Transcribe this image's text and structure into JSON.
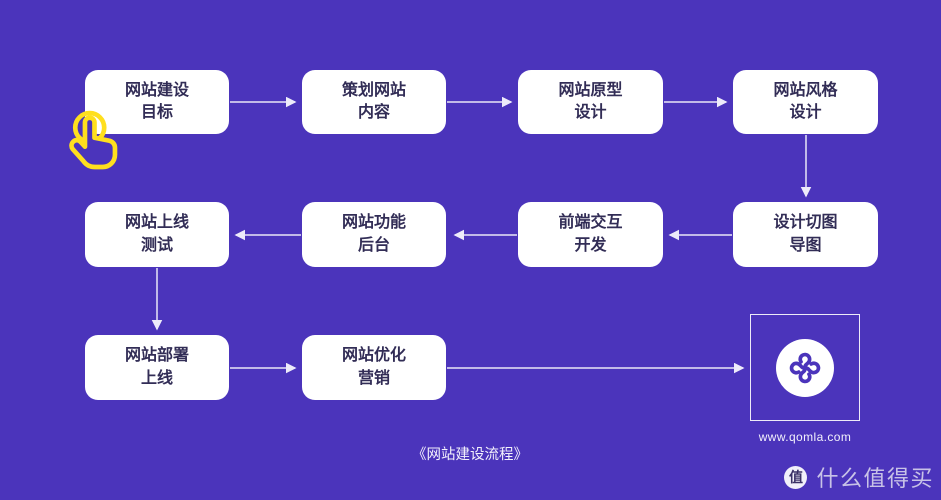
{
  "canvas": {
    "background": "#4B34BB"
  },
  "flow": {
    "nodes": [
      {
        "id": "goal",
        "label": "网站建设\n目标"
      },
      {
        "id": "plan",
        "label": "策划网站\n内容"
      },
      {
        "id": "prototype",
        "label": "网站原型\n设计"
      },
      {
        "id": "style",
        "label": "网站风格\n设计"
      },
      {
        "id": "test",
        "label": "网站上线\n测试"
      },
      {
        "id": "backend",
        "label": "网站功能\n后台"
      },
      {
        "id": "frontend",
        "label": "前端交互\n开发"
      },
      {
        "id": "slice",
        "label": "设计切图\n导图"
      },
      {
        "id": "deploy",
        "label": "网站部署\n上线"
      },
      {
        "id": "marketing",
        "label": "网站优化\n营销"
      }
    ],
    "edges": [
      {
        "from": "goal",
        "to": "plan"
      },
      {
        "from": "plan",
        "to": "prototype"
      },
      {
        "from": "prototype",
        "to": "style"
      },
      {
        "from": "style",
        "to": "slice"
      },
      {
        "from": "slice",
        "to": "frontend"
      },
      {
        "from": "frontend",
        "to": "backend"
      },
      {
        "from": "backend",
        "to": "test"
      },
      {
        "from": "test",
        "to": "deploy"
      },
      {
        "from": "deploy",
        "to": "marketing"
      },
      {
        "from": "marketing",
        "to": "logo-box"
      }
    ],
    "caption": "《网站建设流程》"
  },
  "logo": {
    "site": "www.qomla.com",
    "icon": "qomla-clover"
  },
  "watermark": {
    "badge": "值",
    "text": "什么值得买"
  },
  "colors": {
    "background": "#4B34BB",
    "node_text": "#322D56",
    "connector": "#E9E6F8",
    "hand_accent": "#FFDF1E",
    "logo_mark": "#4B34BB"
  }
}
